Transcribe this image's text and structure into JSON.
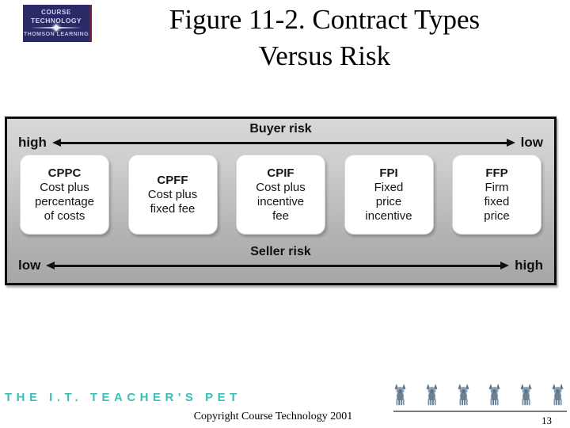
{
  "slide": {
    "logo": {
      "course": "COURSE",
      "technology": "TECHNOLOGY",
      "thomson": "THOMSON LEARNING"
    },
    "title": "Figure 11-2. Contract Types\nVersus Risk",
    "diagram": {
      "buyer_axis": {
        "label": "Buyer risk",
        "left_end": "high",
        "right_end": "low"
      },
      "seller_axis": {
        "label": "Seller risk",
        "left_end": "low",
        "right_end": "high"
      },
      "boxes": [
        {
          "abbr": "CPPC",
          "body": "Cost plus\npercentage\nof costs"
        },
        {
          "abbr": "CPFF",
          "body": "Cost plus\nfixed fee"
        },
        {
          "abbr": "CPIF",
          "body": "Cost plus\nincentive\nfee"
        },
        {
          "abbr": "FPI",
          "body": "Fixed\nprice\nincentive"
        },
        {
          "abbr": "FFP",
          "body": "Firm\nfixed\nprice"
        }
      ]
    },
    "footer": {
      "brand": "THE I.T. TEACHER'S PET",
      "copyright": "Copyright Course Technology 2001",
      "page_number": "13"
    },
    "colors": {
      "brand_teal": "#3ac0b4",
      "logo_navy": "#2b2a68",
      "diagram_gray": "#b5b5b5"
    }
  }
}
